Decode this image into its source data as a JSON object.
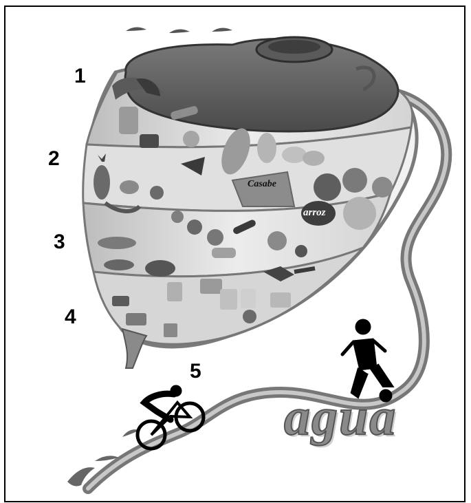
{
  "diagram": {
    "levels": [
      {
        "number": "1"
      },
      {
        "number": "2"
      },
      {
        "number": "3"
      },
      {
        "number": "4"
      },
      {
        "number": "5"
      }
    ],
    "food_labels": {
      "casabe": "Casabe",
      "arroz": "arroz"
    },
    "water_label": "agua"
  }
}
